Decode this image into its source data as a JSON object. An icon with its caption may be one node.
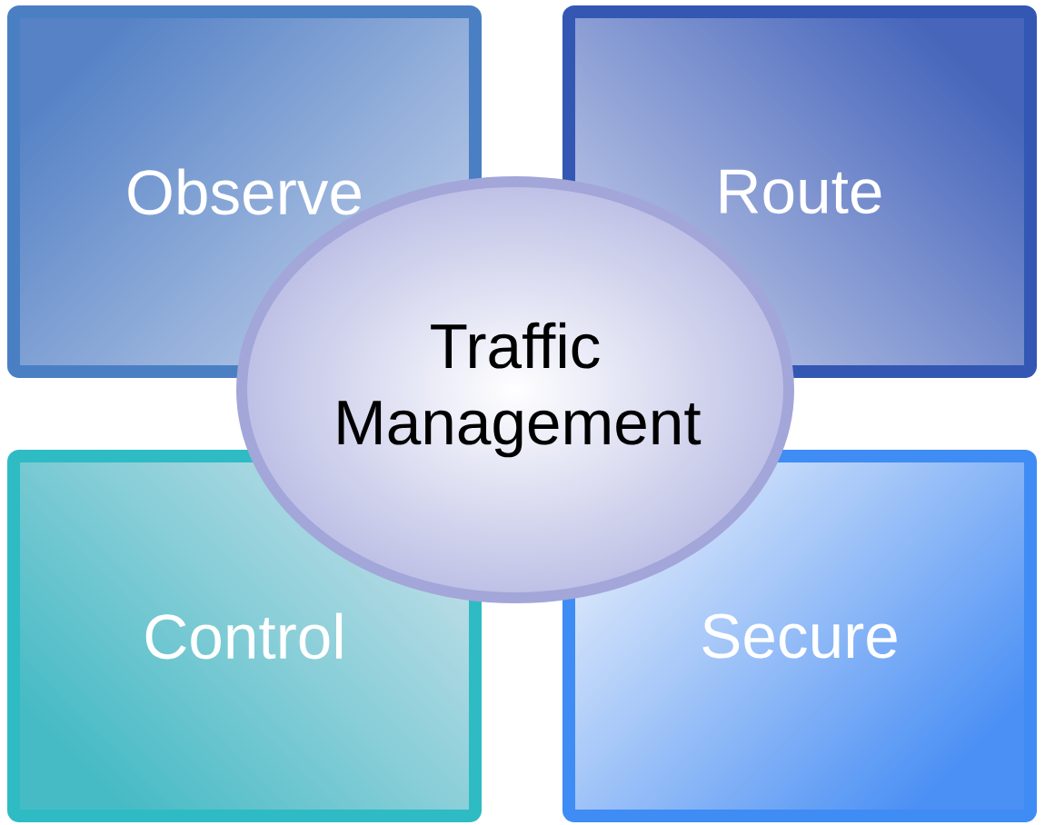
{
  "diagram": {
    "nodes": [
      {
        "text": [
          "Observe"
        ]
      },
      {
        "text": [
          "Route"
        ]
      },
      {
        "text": [
          "Traffic Management"
        ]
      },
      {
        "text": [
          "Control"
        ]
      },
      {
        "text": [
          "Secure"
        ]
      }
    ]
  }
}
